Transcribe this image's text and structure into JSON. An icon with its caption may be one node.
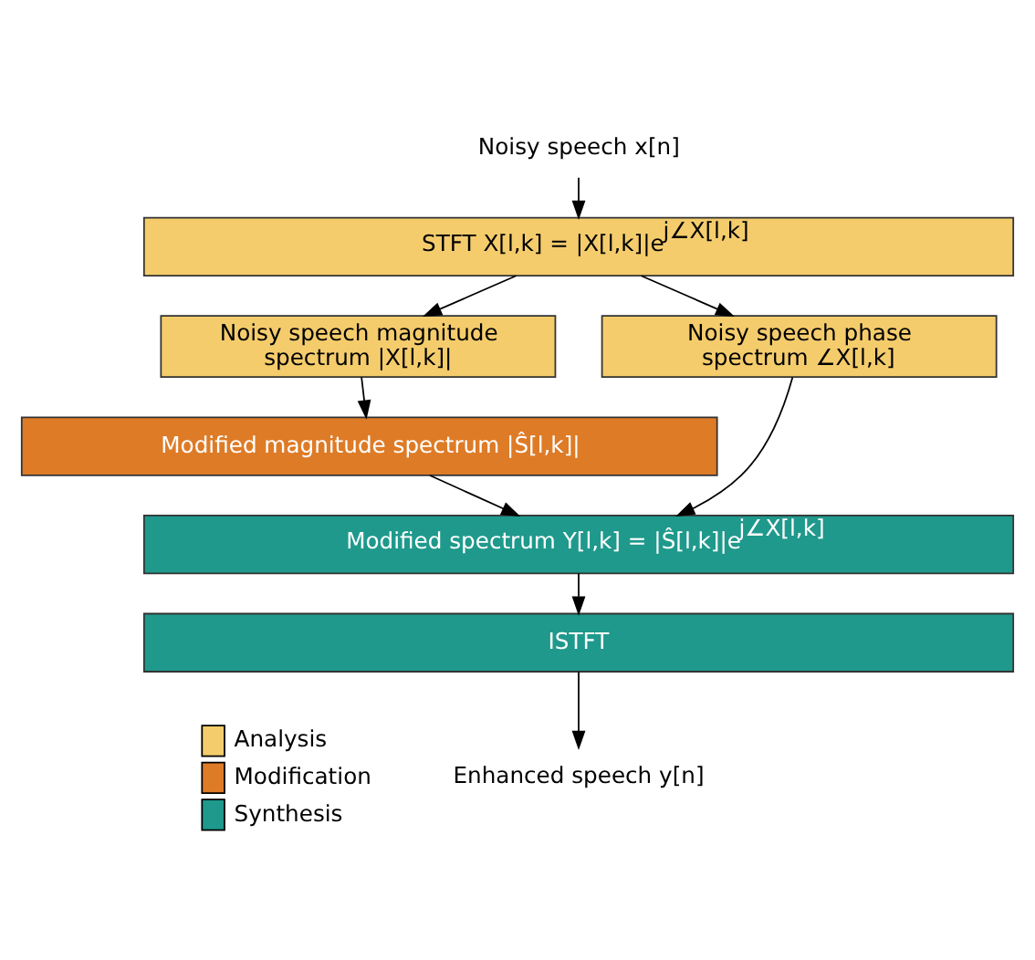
{
  "diagram": {
    "nodes": [
      {
        "text": [
          "Noisy speech x[n]"
        ]
      },
      {
        "text": [
          "STFT X[l,k] = |X[l,k]|e$^{j∠X[l,k]}$"
        ]
      },
      {
        "text": [
          "Noisy speech magnitude spectrum |X[l,k]|"
        ]
      },
      {
        "text": [
          "Noisy speech phase spectrum ∠X[l,k]"
        ]
      },
      {
        "text": [
          "Modified magnitude spectrum |Ŝ[l,k]|"
        ]
      },
      {
        "text": [
          "Modified spectrum Y[l,k] = |Ŝ[l,k]|e$^{j∠X[l,k]}$"
        ]
      },
      {
        "text": [
          "ISTFT"
        ]
      },
      {
        "text": [
          "Enhanced speech y[n]"
        ]
      }
    ],
    "edges": [
      {
        "from": 0,
        "to": 1,
        "arrow": "to"
      },
      {
        "from": 1,
        "to": 2,
        "arrow": "to"
      },
      {
        "from": 1,
        "to": 3,
        "arrow": "to"
      },
      {
        "from": 2,
        "to": 4,
        "arrow": "to"
      },
      {
        "from": 4,
        "to": 5,
        "arrow": "to"
      },
      {
        "from": 3,
        "to": 5,
        "arrow": "to"
      },
      {
        "from": 5,
        "to": 6,
        "arrow": "to"
      },
      {
        "from": 6,
        "to": 7,
        "arrow": "to"
      }
    ],
    "legend": [
      {
        "text": "Analysis",
        "color": "#f4cc6c"
      },
      {
        "text": "Modification",
        "color": "#de7b27"
      },
      {
        "text": "Synthesis",
        "color": "#1f998c"
      }
    ]
  }
}
